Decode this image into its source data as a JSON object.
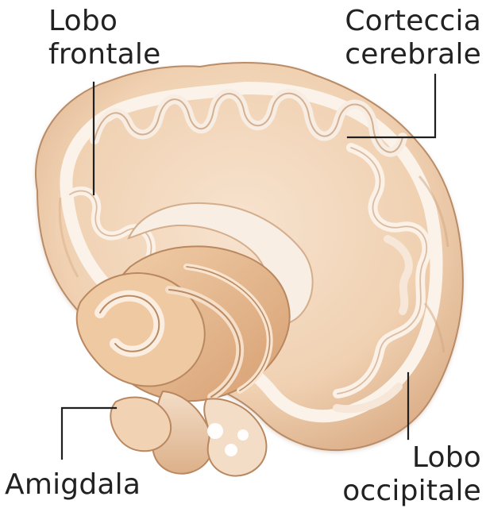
{
  "labels": {
    "frontal_lobe": [
      "Lobo",
      "frontale"
    ],
    "cerebral_cortex": [
      "Corteccia",
      "cerebrale"
    ],
    "occipital_lobe": [
      "Lobo",
      "occipitale"
    ],
    "amygdala": [
      "Amigdala"
    ]
  },
  "colors": {
    "background": "#ffffff",
    "label_text": "#222222",
    "leader_line": "#1f1f1f",
    "brain_surface": "#f2d7bd",
    "brain_shadow": "#d9a985",
    "cortex_band": "#fbf3ea",
    "inner_structures": "#e3b58c"
  }
}
